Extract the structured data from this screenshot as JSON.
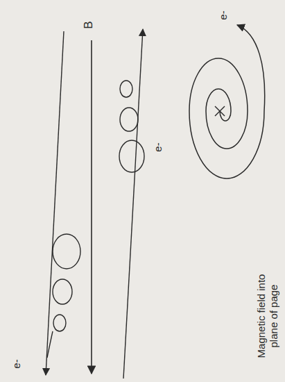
{
  "diagram": {
    "labels": [
      "B",
      "e-",
      "e-",
      "e-",
      "Magnetic field into plane of page"
    ]
  }
}
